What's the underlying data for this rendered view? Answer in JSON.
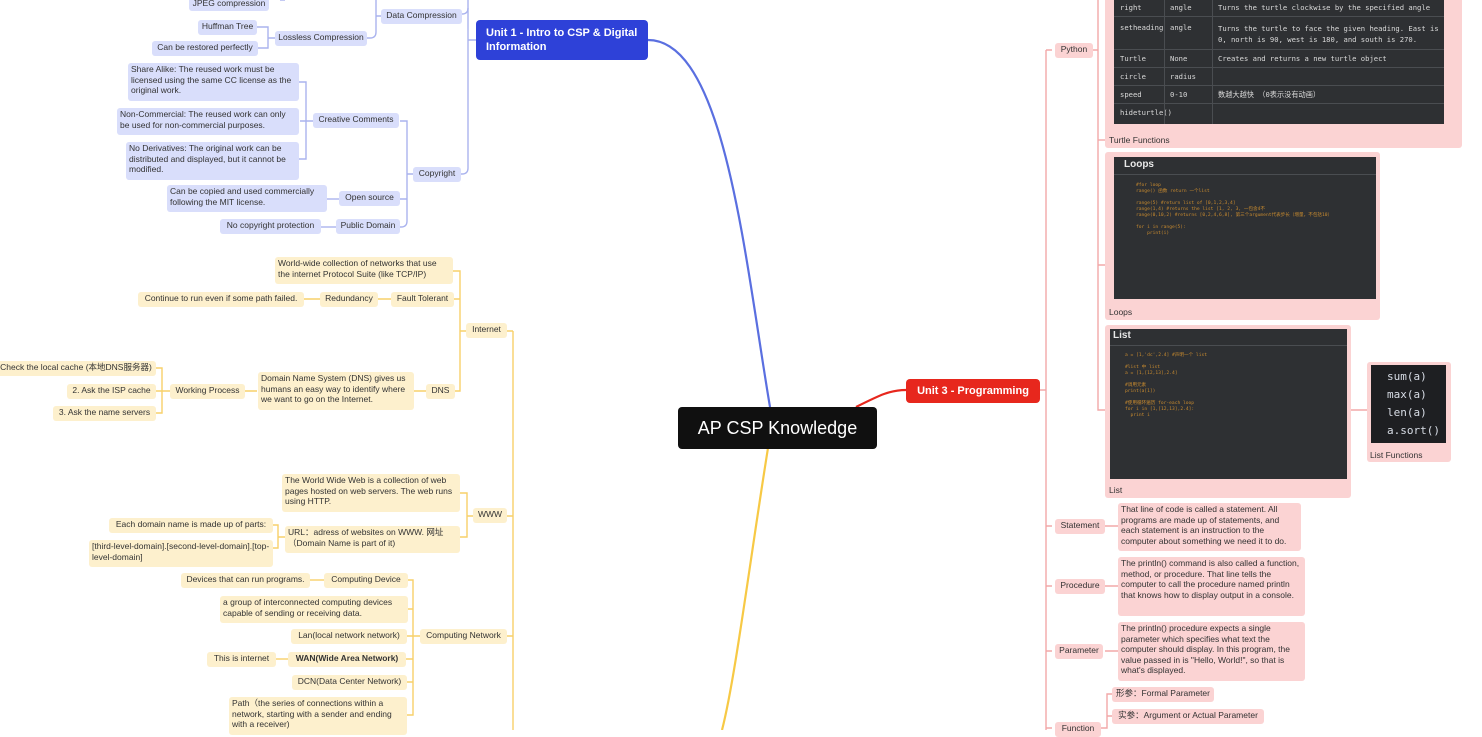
{
  "root": "AP CSP Knowledge",
  "colors": {
    "root_bg": "#101010",
    "unit1": "#2e41d8",
    "unit3": "#e7271d",
    "unit_yellow": "#f7c945",
    "node_blue": "#d9defb",
    "node_yellow": "#fdf0cd",
    "node_red": "#fbd3d3"
  },
  "unit1": {
    "title": "Unit 1 - Intro to CSP & Digital Information",
    "data_compression": {
      "label": "Data Compression",
      "jpeg": "JPEG compression",
      "lossless": "Lossless Compression",
      "huffman": "Huffman Tree",
      "restored": "Can be restored perfectly"
    },
    "copyright": {
      "label": "Copyright",
      "creative": "Creative Comments",
      "share_alike": "Share Alike: The reused work must be licensed using the same CC license as the original work.",
      "non_commercial": "Non-Commercial: The reused work can only be used for non-commercial purposes.",
      "no_derivatives": "No Derivatives: The original work can be distributed and displayed, but it cannot be modified.",
      "open_source": "Open source",
      "open_source_desc": "Can be copied and used commercially following the MIT license.",
      "public_domain": "Public Domain",
      "public_domain_desc": "No copyright protection"
    }
  },
  "unit2": {
    "internet": {
      "label": "Internet",
      "desc": "World-wide collection of networks that use the internet Protocol Suite (like TCP/IP)",
      "fault_tolerant": "Fault Tolerant",
      "redundancy": "Redundancy",
      "redundancy_desc": "Continue to run even if some path failed.",
      "dns": "DNS",
      "dns_desc": "Domain Name System (DNS) gives us humans an easy way to identify where we want to go on the Internet.",
      "working_process": "Working Process",
      "steps": [
        "Check the local cache (本地DNS服务器)",
        "2. Ask the ISP cache",
        "3. Ask the name servers"
      ]
    },
    "www": {
      "label": "WWW",
      "desc": "The World Wide Web is a collection of web pages hosted on web servers. The web runs using HTTP.",
      "url": "URL：adress of websites on WWW. 网址（Domain Name is part of it)",
      "domain_parts": "Each domain name is made up of parts:",
      "domain_format": "[third-level-domain].[second-level-domain].[top-level-domain]"
    },
    "computing_network": {
      "label": "Computing Network",
      "computing_device": "Computing Device",
      "computing_device_desc": "Devices that can run programs.",
      "group_desc": "a group of interconnected computing devices capable of sending or receiving data.",
      "lan": "Lan(local network network)",
      "wan": "WAN(Wide Area Network)",
      "wan_desc": "This is internet",
      "dcn": "DCN(Data Center Network)",
      "path": "Path（the series of connections within a network, starting with a sender and ending with a receiver)"
    }
  },
  "unit3": {
    "title": "Unit 3 - Programming",
    "python": "Python",
    "turtle": {
      "caption": "Turtle Functions",
      "rows": [
        {
          "fn": "right",
          "arg": "angle",
          "desc": "Turns the turtle clockwise by the specified angle"
        },
        {
          "fn": "setheading",
          "arg": "angle",
          "desc": "Turns the turtle to face the given heading. East is 0, north is 90, west is 180, and south is 270."
        },
        {
          "fn": "Turtle",
          "arg": "None",
          "desc": "Creates and returns a new turtle object"
        },
        {
          "fn": "circle",
          "arg": "radius",
          "desc": ""
        },
        {
          "fn": "speed",
          "arg": "0-10",
          "desc": "数越大越快 （0表示没有动画）"
        },
        {
          "fn": "hideturtle()",
          "arg": "",
          "desc": ""
        }
      ]
    },
    "loops": {
      "heading": "Loops",
      "caption": "Loops",
      "code": "#for loop\nrange() 函数 return 一个list\n\nrange(5) #return list of [0,1,2,3,4]\nrange(1,4) #returns the list [1, 2, 3, 一包含4不\nrange(0,10,2) #returns [0,2,4,6,8], 第三个argument代表步长（增量，不包括10）\n\nfor i in range(5):\n    print(i)"
    },
    "list": {
      "heading": "List",
      "caption": "List",
      "code": "a = [1,'dc',2.4] #声明一个 list\n\n#list 中 list\na = [1,[12,13],2.4]\n\n#调用元素\nprint(a[1])\n\n#使用循环遍历 for-each loop\nfor i in [1,[12,13],2.4]:\n  print i"
    },
    "list_functions": {
      "caption": "List Functions",
      "items": [
        "sum(a)",
        "max(a)",
        "len(a)",
        "a.sort()"
      ]
    },
    "statement": {
      "label": "Statement",
      "desc": "That line of code is called a statement. All programs are made up of statements, and each statement is an instruction to the computer about something we need it to do."
    },
    "procedure": {
      "label": "Procedure",
      "desc": "The println() command is also called a function, method, or procedure. That line tells the computer to call the procedure named println that knows how to display output in a console."
    },
    "parameter": {
      "label": "Parameter",
      "desc": "The println() procedure expects a single parameter which specifies what text the computer should display. In this program, the value passed in is \"Hello, World!\", so that is what's displayed."
    },
    "function": {
      "label": "Function",
      "formal": "形参：Formal Parameter",
      "actual": "实参：Argument or Actual Parameter"
    }
  }
}
